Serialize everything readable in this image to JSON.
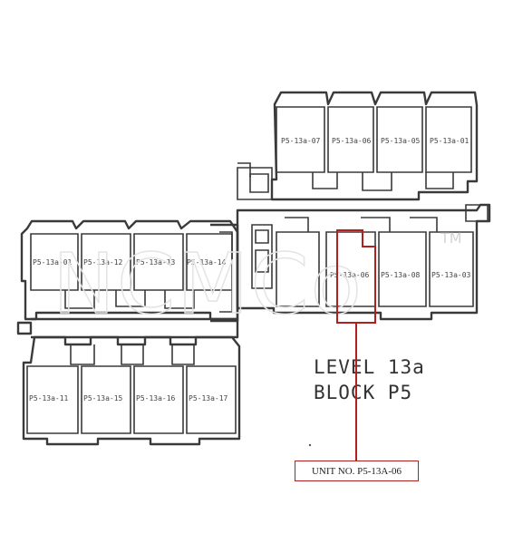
{
  "diagram": {
    "level_line1": "LEVEL 13a",
    "level_line2": "BLOCK P5",
    "callout": "UNIT NO. P5-13A-06",
    "watermark": "NCMCo",
    "watermark_tm": "TM",
    "units": {
      "top_right": [
        "P5-13a-07",
        "P5-13a-06",
        "P5-13a-05",
        "P5-13a-01"
      ],
      "mid_right": [
        "P5-13a-06",
        "P5-13a-08",
        "P5-13a-03"
      ],
      "left_upper": [
        "P5-13a-01",
        "P5-13a-12",
        "P5-13a-13",
        "P5-13a-14"
      ],
      "left_lower": [
        "P5-13a-11",
        "P5-13a-15",
        "P5-13a-16",
        "P5-13a-17"
      ]
    },
    "colors": {
      "highlight": "#b02020",
      "lines": "#3a3a3a"
    }
  }
}
